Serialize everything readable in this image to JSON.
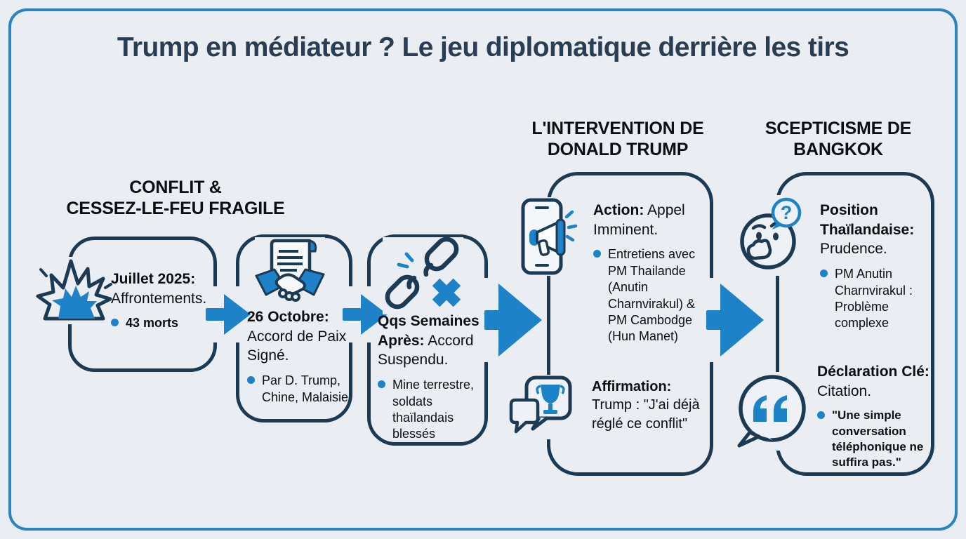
{
  "title": "Trump en médiateur ? Le jeu diplomatique derrière les tirs",
  "colors": {
    "navy": "#1d3a55",
    "blue": "#1e82c8",
    "background": "#eaeef3",
    "frame": "#2b84c2",
    "title_text": "#2a3d52"
  },
  "sections": {
    "conflict": {
      "header": "CONFLIT &\nCESSEZ-LE-FEU FRAGILE"
    },
    "intervention": {
      "header": "L'INTERVENTION DE\nDONALD TRUMP"
    },
    "scepticism": {
      "header": "SCEPTICISME DE\nBANGKOK"
    }
  },
  "boxes": {
    "box1": {
      "icon": "explosion-icon",
      "bold": "Juillet 2025:",
      "rest": "\nAffrontements.",
      "bullet": "43 morts"
    },
    "box2": {
      "icon": "handshake-document-icon",
      "bold": "26 Octobre:",
      "rest": "\nAccord de Paix\nSigné.",
      "bullet": "Par D. Trump,\nChine, Malaisie"
    },
    "box3": {
      "icon": "broken-chain-icon",
      "bold": "Qqs Semaines\nAprès:",
      "rest": " Accord\nSuspendu.",
      "bullet": "Mine terrestre,\nsoldats\nthaïlandais\nblessés"
    },
    "trump_item1": {
      "icon": "phone-megaphone-icon",
      "bold": "Action:",
      "rest": " Appel\nImminent.",
      "bullet": "Entretiens avec\nPM Thailande\n(Anutin\nCharnvirakul) &\nPM Cambodge\n(Hun Manet)"
    },
    "trump_item2": {
      "icon": "speech-bubbles-trophy-icon",
      "bold": "Affirmation:",
      "rest": "\nTrump : \"J'ai déjà\nréglé ce conflit\""
    },
    "bangkok_item1": {
      "icon": "thinking-face-icon",
      "bold": "Position\nThaïlandaise:",
      "rest": "\nPrudence.",
      "bullet": "PM Anutin\nCharnvirakul :\nProblème\ncomplexe"
    },
    "bangkok_item2": {
      "icon": "quote-icon",
      "bold": "Déclaration Clé:",
      "rest": "\nCitation.",
      "bullet": "\"Une simple\nconversation\ntéléphonique ne\nsuffira pas.\""
    }
  }
}
